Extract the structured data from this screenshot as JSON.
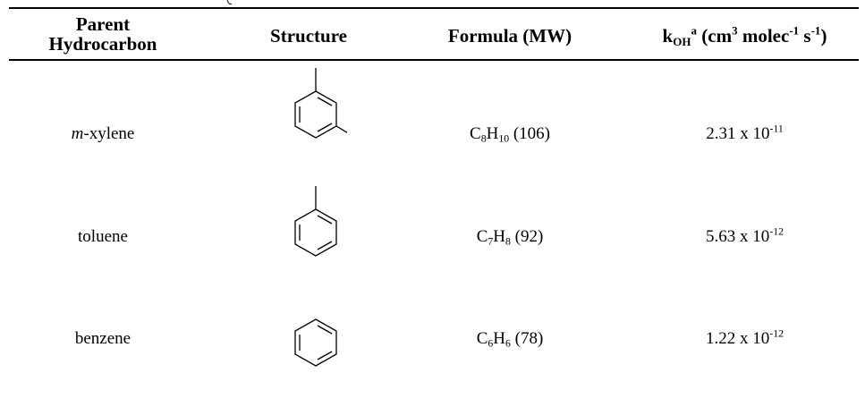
{
  "table": {
    "headers": {
      "parent": "Parent Hydrocarbon",
      "parent_line1": "Parent",
      "parent_line2": "Hydrocarbon",
      "structure": "Structure",
      "formula": "Formula (MW)",
      "rate_k": "k",
      "rate_sub": "OH",
      "rate_sup": "a",
      "rate_units_open": " (cm",
      "rate_units_cm_exp": "3",
      "rate_units_molec": " molec",
      "rate_units_molec_exp": "-1",
      "rate_units_s": " s",
      "rate_units_s_exp": "-1",
      "rate_units_close": ")"
    },
    "rows": [
      {
        "name_italic": "m",
        "name_rest": "-xylene",
        "structure_icon": "m-xylene-structure-icon",
        "formula": {
          "c": "C",
          "c_sub": "8",
          "h": "H",
          "h_sub": "10",
          "mw": " (106)"
        },
        "rate": {
          "mantissa": "2.31 x 10",
          "exp": "-11"
        }
      },
      {
        "name_rest": "toluene",
        "structure_icon": "toluene-structure-icon",
        "formula": {
          "c": "C",
          "c_sub": "7",
          "h": "H",
          "h_sub": "8",
          "mw": " (92)"
        },
        "rate": {
          "mantissa": "5.63 x 10",
          "exp": "-12"
        }
      },
      {
        "name_rest": "benzene",
        "structure_icon": "benzene-structure-icon",
        "formula": {
          "c": "C",
          "c_sub": "6",
          "h": "H",
          "h_sub": "6",
          "mw": " (78)"
        },
        "rate": {
          "mantissa": "1.22 x 10",
          "exp": "-12"
        }
      }
    ]
  }
}
